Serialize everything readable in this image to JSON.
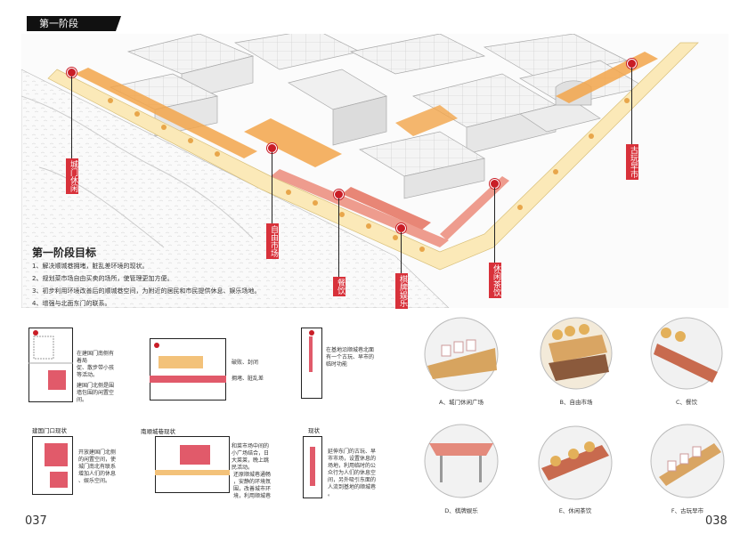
{
  "header": {
    "title": "第一阶段"
  },
  "site_labels": [
    {
      "text": "城门休闲"
    },
    {
      "text": "自由市场"
    },
    {
      "text": "餐饮"
    },
    {
      "text": "棋牌娱乐"
    },
    {
      "text": "休闲茶饮"
    },
    {
      "text": "古玩早市"
    }
  ],
  "goals": {
    "title": "第一阶段目标",
    "items": [
      "1、解决顺城巷拥堵，脏乱差环境的现状。",
      "2、规划菜市场自由买卖的场所，使管理更加方便。",
      "3、初步利用环境改善后的顺城巷空间，为附近的居民和市民提供休息、娱乐场地。",
      "4、增强与北面东门的联系。"
    ]
  },
  "analysis": {
    "a1_note": [
      "在建国门南侧有",
      "着局",
      "促、散步带小孩",
      "等活动。"
    ],
    "a1_note2": [
      "建国门北侧是围",
      "墙包围的闲置空",
      "间。"
    ],
    "a2_legend": [
      "破败、封闭",
      "拥堵、脏乱差"
    ],
    "a3_note": [
      "在基地沿顺城巷北面",
      "有一个古玩、早市的",
      "临时功能"
    ],
    "b1_title": "建国门口现状",
    "b1_note": [
      "开放建国门北侧",
      "的闲置空间，使",
      "城门南北有联系",
      "增加人们的休息",
      "、娱乐空间。"
    ],
    "b2_title": "南顺城巷现状",
    "b2_note": [
      "和菜市场中间的",
      "小广场结合，日",
      "大菜莱，晚上跳",
      "民活动。"
    ],
    "b2_note2": [
      "还原顺城巷通畅",
      "，安静的环境氛",
      "围，改善城市环",
      "境，利用顺城巷"
    ],
    "b3_title": "现状",
    "b3_note": [
      "延伸东门的古玩、早",
      "市市场，设置休息的",
      "场地，利用临时的公",
      "众行为人们的休息空",
      "间，另外吸引东面的",
      "人流到基地的顺城巷",
      "。"
    ]
  },
  "vignettes": [
    {
      "caption": "A、城门休闲广场"
    },
    {
      "caption": "B、自由市场"
    },
    {
      "caption": "C、餐饮"
    },
    {
      "caption": "D、棋牌娱乐"
    },
    {
      "caption": "E、休闲茶饮"
    },
    {
      "caption": "F、古玩早市"
    }
  ],
  "pages": {
    "left": "037",
    "right": "038"
  },
  "colors": {
    "accent": "#d8313a",
    "road": "#fbe9b8",
    "orange": "#f2a54a",
    "pink": "#ee9c8e"
  }
}
